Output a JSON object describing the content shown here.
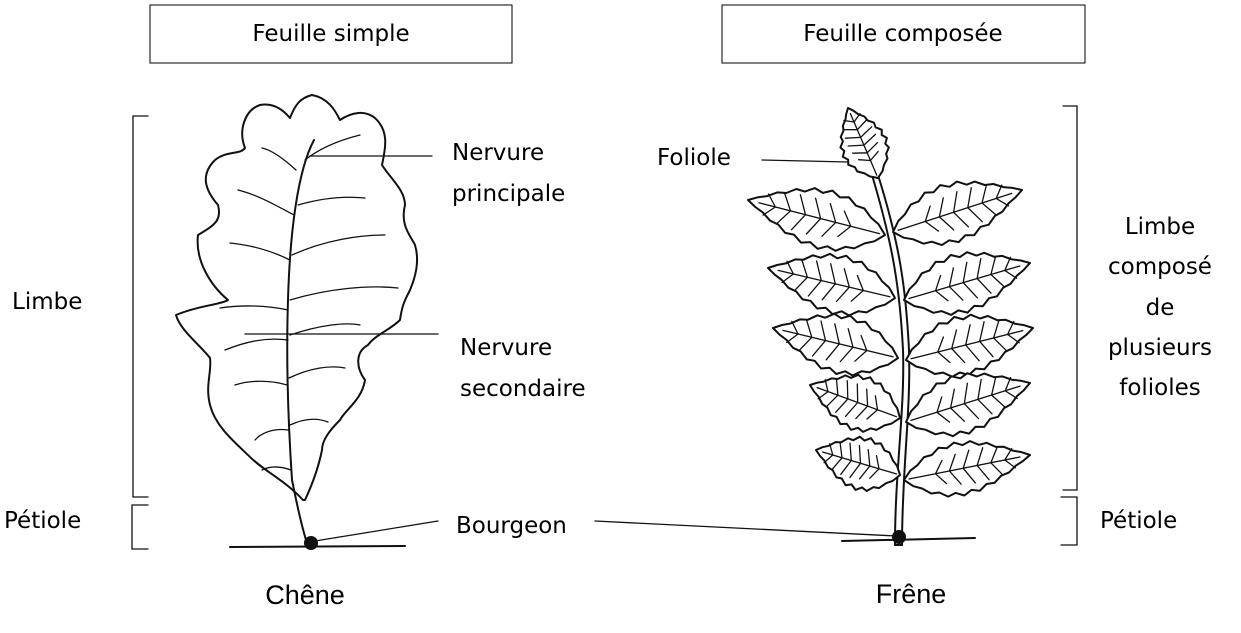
{
  "left": {
    "header": "Feuille simple",
    "labels": {
      "limbe": "Limbe",
      "petiole": "Pétiole",
      "nervure_principale": [
        "Nervure",
        "principale"
      ],
      "nervure_secondaire": [
        "Nervure",
        "secondaire"
      ],
      "bourgeon": "Bourgeon"
    },
    "species": "Chêne"
  },
  "right": {
    "header": "Feuille composée",
    "labels": {
      "foliole": "Foliole",
      "limbe_compose": [
        "Limbe",
        "composé",
        "de",
        "plusieurs",
        "folioles"
      ],
      "petiole": "Pétiole"
    },
    "species": "Frêne"
  }
}
